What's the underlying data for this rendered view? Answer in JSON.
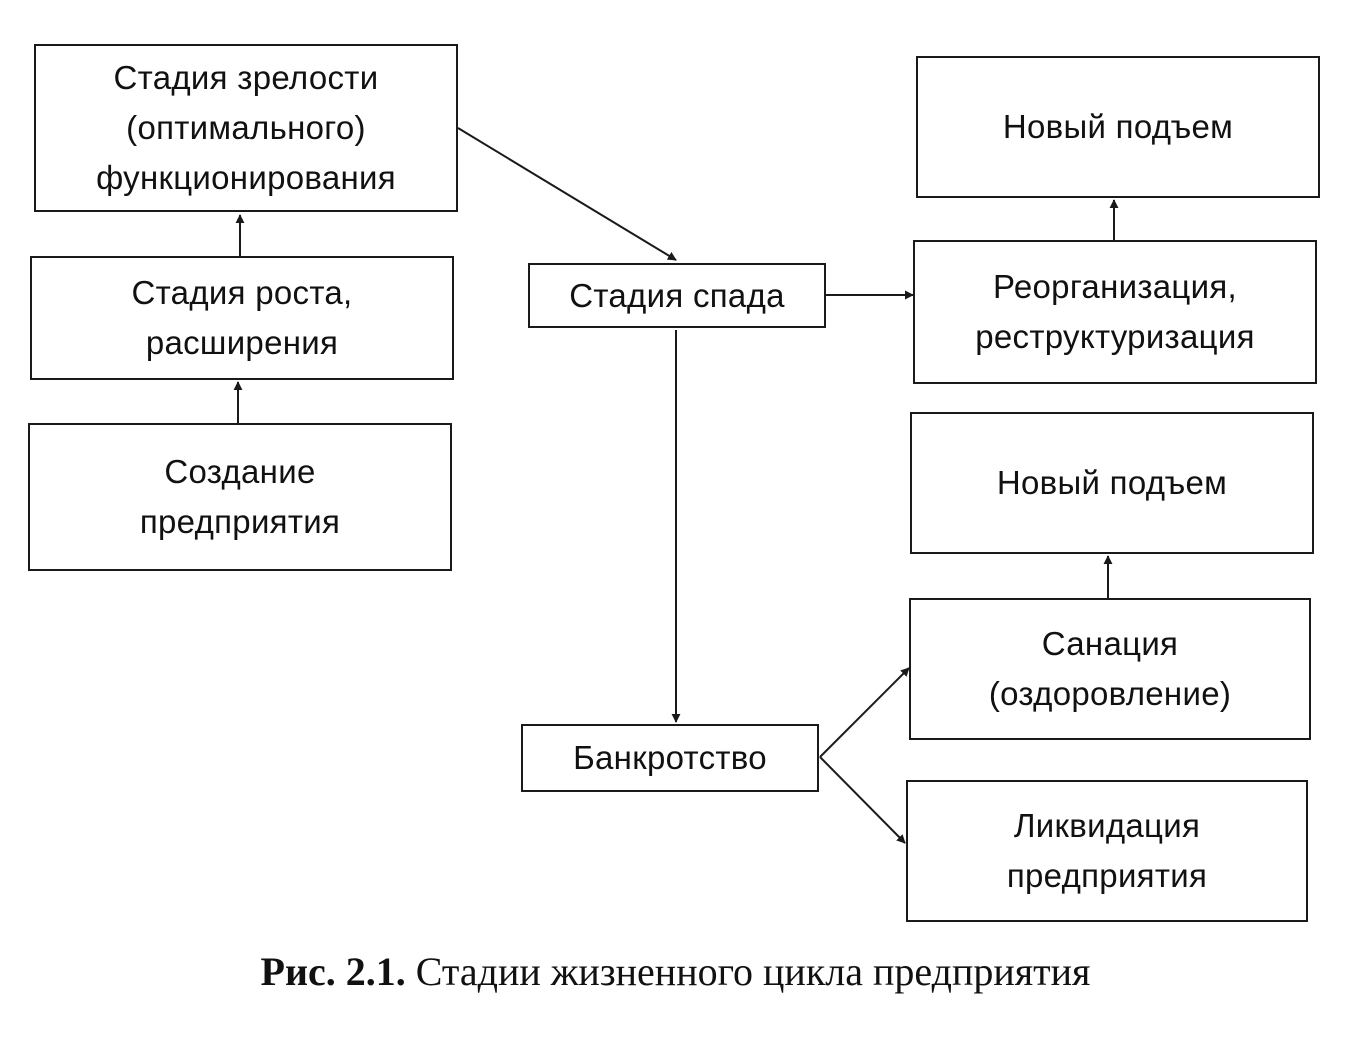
{
  "nodes": {
    "maturity": "Стадия зрелости\n(оптимального)\nфункционирования",
    "growth": "Стадия роста,\nрасширения",
    "creation": "Создание\nпредприятия",
    "decline": "Стадия спада",
    "new_rise_1": "Новый подъем",
    "reorganization": "Реорганизация,\nреструктуризация",
    "new_rise_2": "Новый подъем",
    "sanation": "Санация\n(оздоровление)",
    "bankruptcy": "Банкротство",
    "liquidation": "Ликвидация\nпредприятия"
  },
  "caption": {
    "label": "Рис. 2.1.",
    "text": " Стадии жизненного цикла предприятия"
  },
  "colors": {
    "line": "#1a1a1a",
    "text": "#111111"
  }
}
